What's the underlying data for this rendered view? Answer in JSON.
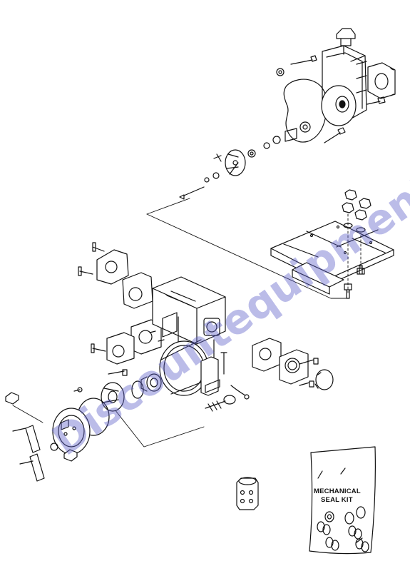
{
  "diagram": {
    "kit_card": {
      "line1": "MECHANICAL",
      "line2": "SEAL KIT"
    },
    "watermark": "Discountequipment.com",
    "colors": {
      "ink": "#111111",
      "watermark": "#5c5fc8",
      "background": "#ffffff"
    }
  }
}
